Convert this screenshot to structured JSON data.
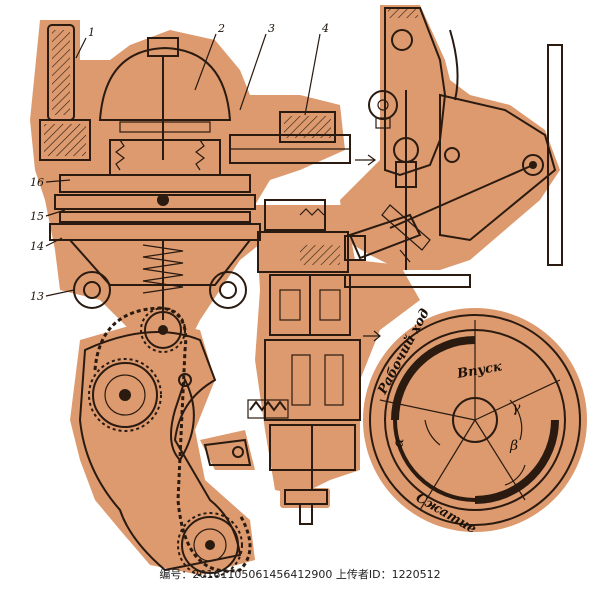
{
  "colors": {
    "body": "#dc9a6e",
    "ink": "#2a1a10",
    "background": "#ffffff"
  },
  "callouts": {
    "c1": "1",
    "c2": "2",
    "c3": "3",
    "c4": "4",
    "c13": "13",
    "c14": "14",
    "c15": "15",
    "c16": "16"
  },
  "timing_disc": {
    "working_stroke": "Рабочий ход",
    "intake": "Впуск",
    "compression": "Сжатие",
    "alpha": "α",
    "beta": "β",
    "gamma": "γ"
  },
  "footer": {
    "watermark": "编号：20161105061456412900 上传者ID：1220512"
  }
}
